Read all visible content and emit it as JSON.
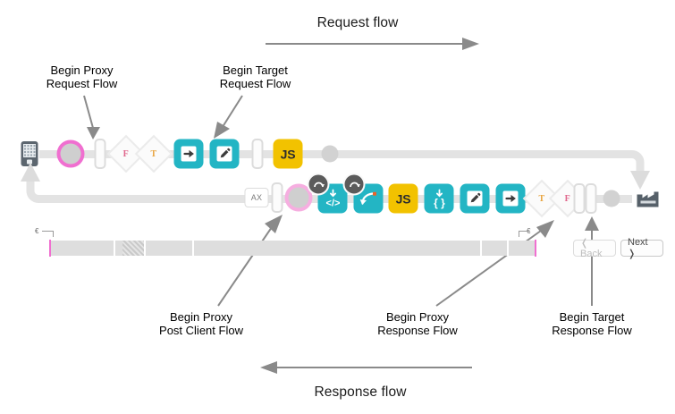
{
  "diagram": {
    "title_top": "Request flow",
    "title_bottom": "Response flow",
    "callouts": {
      "begin_proxy_request": "Begin Proxy\nRequest Flow",
      "begin_target_request": "Begin Target\nRequest Flow",
      "begin_proxy_post_client": "Begin Proxy\nPost Client Flow",
      "begin_proxy_response": "Begin Proxy\nResponse Flow",
      "begin_target_response": "Begin Target\nResponse Flow"
    },
    "callout_lines": {
      "begin_proxy_request": [
        "Begin Proxy",
        "Request Flow"
      ],
      "begin_target_request": [
        "Begin Target",
        "Request Flow"
      ],
      "begin_proxy_post_client": [
        "Begin Proxy",
        "Post Client Flow"
      ],
      "begin_proxy_response": [
        "Begin Proxy",
        "Response Flow"
      ],
      "begin_target_response": [
        "Begin Target",
        "Response Flow"
      ]
    },
    "endpoints": {
      "client": "mobile-device-icon",
      "target": "factory-icon"
    },
    "request_row": {
      "nodes": [
        {
          "name": "client-device",
          "type": "device-icon",
          "label": ""
        },
        {
          "name": "proxy-request-flow-start",
          "type": "pink-ring-dot",
          "label": ""
        },
        {
          "name": "flow-hook-1",
          "type": "pill",
          "label": ""
        },
        {
          "name": "condition-f-1",
          "type": "diamond",
          "label": "F"
        },
        {
          "name": "condition-t-1",
          "type": "diamond",
          "label": "T"
        },
        {
          "name": "policy-route",
          "type": "policy",
          "icon": "arrow-into-box-icon",
          "label": ""
        },
        {
          "name": "policy-assign",
          "type": "policy",
          "icon": "pencil-icon",
          "label": ""
        },
        {
          "name": "flow-hook-2",
          "type": "pill",
          "label": ""
        },
        {
          "name": "policy-javascript-1",
          "type": "policy-js",
          "label": "JS"
        },
        {
          "name": "flow-end-dot-1",
          "type": "dot",
          "label": ""
        }
      ]
    },
    "response_row": {
      "nodes": [
        {
          "name": "ax-chip",
          "type": "chip",
          "label": "AX"
        },
        {
          "name": "flow-hook-3",
          "type": "pill",
          "label": ""
        },
        {
          "name": "post-client-flow-start",
          "type": "pink-ring-dot-soft",
          "label": ""
        },
        {
          "name": "policy-xml-code",
          "type": "policy",
          "icon": "code-tags-icon",
          "label": ""
        },
        {
          "name": "policy-flow-callout",
          "type": "policy",
          "icon": "curved-arrow-icon",
          "label": ""
        },
        {
          "name": "policy-javascript-2",
          "type": "policy-js",
          "label": "JS"
        },
        {
          "name": "policy-json",
          "type": "policy",
          "icon": "curly-braces-icon",
          "label": ""
        },
        {
          "name": "policy-assign-2",
          "type": "policy",
          "icon": "pencil-icon",
          "label": ""
        },
        {
          "name": "policy-route-2",
          "type": "policy",
          "icon": "arrow-into-box-icon",
          "label": ""
        },
        {
          "name": "condition-t-2",
          "type": "diamond",
          "label": "T"
        },
        {
          "name": "condition-f-2",
          "type": "diamond",
          "label": "F"
        },
        {
          "name": "flow-hook-4",
          "type": "pill",
          "label": ""
        },
        {
          "name": "flow-hook-5",
          "type": "pill",
          "label": ""
        },
        {
          "name": "flow-end-dot-2",
          "type": "dot",
          "label": ""
        },
        {
          "name": "target-endpoint",
          "type": "factory-icon",
          "label": ""
        }
      ]
    },
    "timeline": {
      "left_tick_label": "€",
      "right_tick_label": "€",
      "back_button": "❬ Back",
      "next_button": "Next ❭"
    },
    "colors": {
      "policy_teal": "#23b5c4",
      "policy_yellow": "#f2c200",
      "track_grey": "#e3e3e3",
      "accent_pink": "#f06fd0",
      "accent_pink_soft": "#f6aee0",
      "arrow_grey": "#8a8a8a",
      "endpoint_slate": "#566069",
      "text_dark": "#1b1b1b"
    }
  }
}
